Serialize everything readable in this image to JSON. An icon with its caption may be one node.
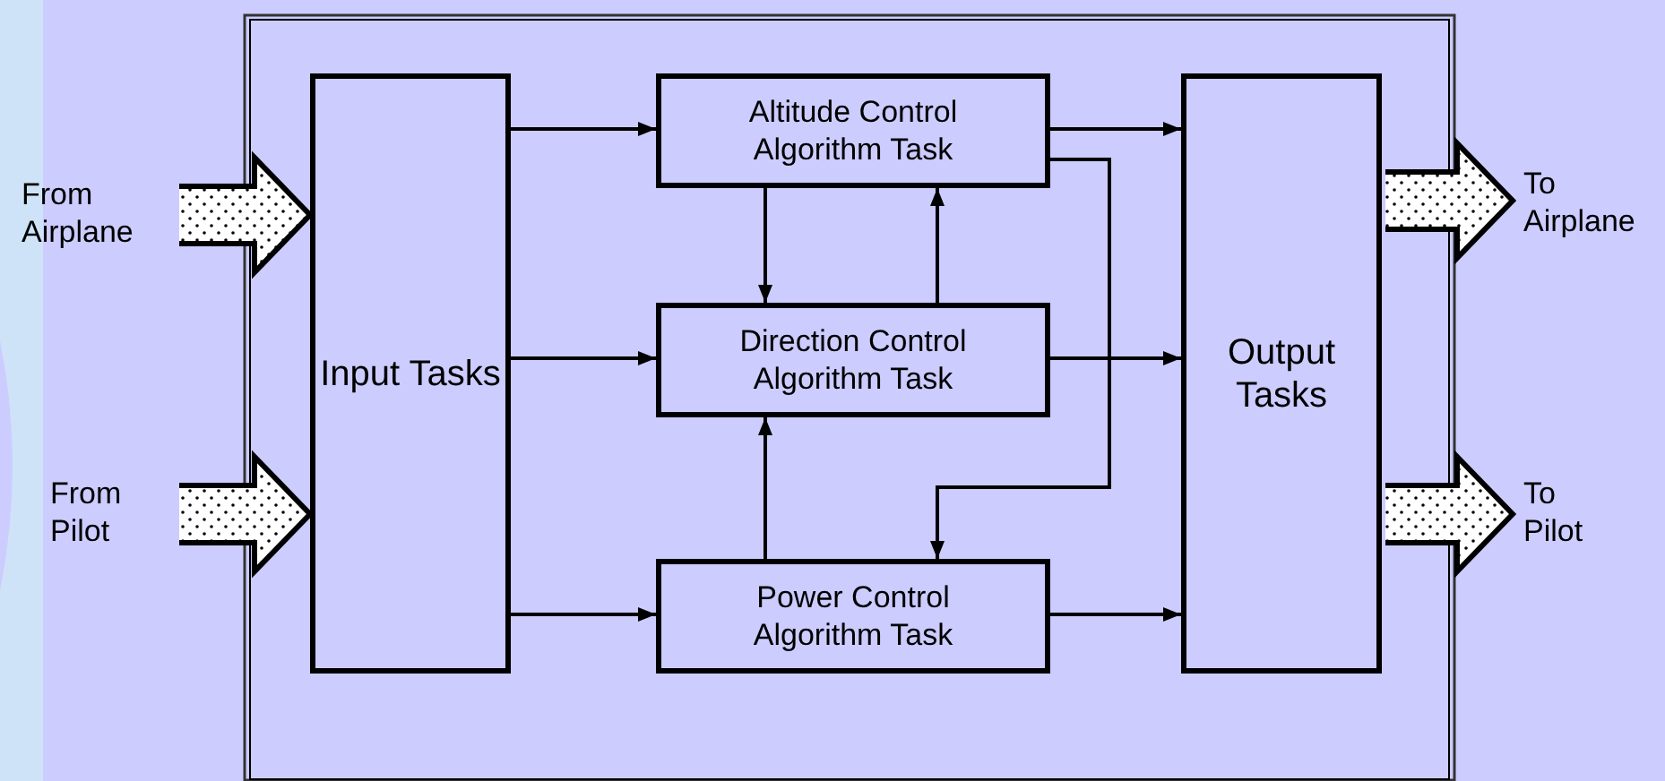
{
  "diagram": {
    "nodes": [
      {
        "text": [
          "From Airplane"
        ]
      },
      {
        "text": [
          "From Pilot"
        ]
      },
      {
        "text": [
          "Input Tasks"
        ]
      },
      {
        "text": [
          "Altitude Control Algorithm Task"
        ]
      },
      {
        "text": [
          "Direction Control Algorithm Task"
        ]
      },
      {
        "text": [
          "Power Control Algorithm Task"
        ]
      },
      {
        "text": [
          "Output Tasks"
        ]
      },
      {
        "text": [
          "To Airplane"
        ]
      },
      {
        "text": [
          "To Pilot"
        ]
      }
    ],
    "edges": [
      {
        "from": 0,
        "to": 2,
        "arrow": "to",
        "style": "thick"
      },
      {
        "from": 1,
        "to": 2,
        "arrow": "to",
        "style": "thick"
      },
      {
        "from": 2,
        "to": 3,
        "arrow": "to"
      },
      {
        "from": 2,
        "to": 4,
        "arrow": "to"
      },
      {
        "from": 2,
        "to": 5,
        "arrow": "to"
      },
      {
        "from": 3,
        "to": 4,
        "arrow": "to"
      },
      {
        "from": 4,
        "to": 3,
        "arrow": "to"
      },
      {
        "from": 5,
        "to": 4,
        "arrow": "to"
      },
      {
        "from": 3,
        "to": 5,
        "arrow": "to"
      },
      {
        "from": 3,
        "to": 6,
        "arrow": "to"
      },
      {
        "from": 4,
        "to": 6,
        "arrow": "to"
      },
      {
        "from": 5,
        "to": 6,
        "arrow": "to"
      },
      {
        "from": 6,
        "to": 7,
        "arrow": "to",
        "style": "thick"
      },
      {
        "from": 6,
        "to": 8,
        "arrow": "to",
        "style": "thick"
      }
    ]
  }
}
